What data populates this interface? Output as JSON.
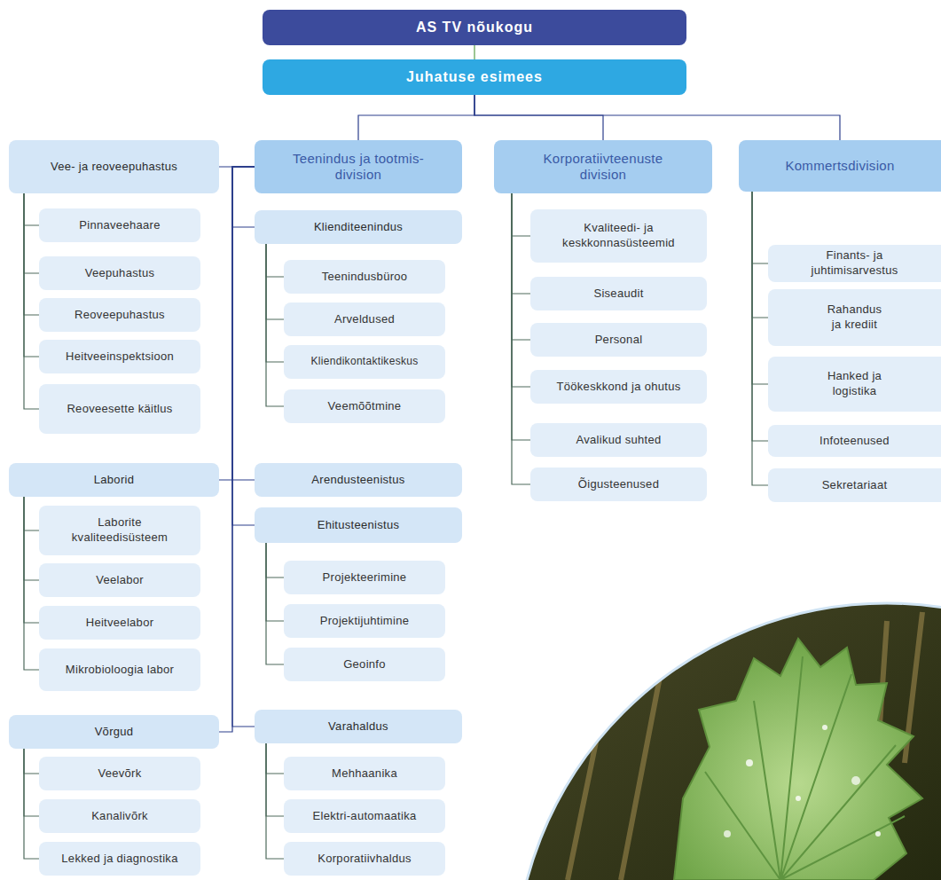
{
  "diagram": {
    "nodes": [
      {
        "text": [
          "AS TV nõukogu"
        ]
      },
      {
        "text": [
          "Juhatuse esimees"
        ]
      },
      {
        "text": [
          "Vee- ja reoveepuhastus"
        ]
      },
      {
        "text": [
          "Teenindus ja tootmis- division"
        ]
      },
      {
        "text": [
          "Korporatiivteenuste division"
        ]
      },
      {
        "text": [
          "Kommertsdivision"
        ]
      },
      {
        "text": [
          "Pinnaveehaare"
        ]
      },
      {
        "text": [
          "Veepuhastus"
        ]
      },
      {
        "text": [
          "Reoveepuhastus"
        ]
      },
      {
        "text": [
          "Heitveeinspektsioon"
        ]
      },
      {
        "text": [
          "Reoveesette käitlus"
        ]
      },
      {
        "text": [
          "Klienditeenindus"
        ]
      },
      {
        "text": [
          "Teenindusbüroo"
        ]
      },
      {
        "text": [
          "Arveldused"
        ]
      },
      {
        "text": [
          "Kliendikontaktikeskus"
        ]
      },
      {
        "text": [
          "Veemõõtmine"
        ]
      },
      {
        "text": [
          "Kvaliteedi- ja keskkonnasüsteemid"
        ]
      },
      {
        "text": [
          "Siseaudit"
        ]
      },
      {
        "text": [
          "Personal"
        ]
      },
      {
        "text": [
          "Töökeskkond ja ohutus"
        ]
      },
      {
        "text": [
          "Avalikud suhted"
        ]
      },
      {
        "text": [
          "Õigusteenused"
        ]
      },
      {
        "text": [
          "Finants- ja juhtimisarvestus"
        ]
      },
      {
        "text": [
          "Rahandus ja krediit"
        ]
      },
      {
        "text": [
          "Hanked ja logistika"
        ]
      },
      {
        "text": [
          "Infoteenused"
        ]
      },
      {
        "text": [
          "Sekretariaat"
        ]
      },
      {
        "text": [
          "Laborid"
        ]
      },
      {
        "text": [
          "Laborite kvaliteedisüsteem"
        ]
      },
      {
        "text": [
          "Veelabor"
        ]
      },
      {
        "text": [
          "Heitveelabor"
        ]
      },
      {
        "text": [
          "Mikrobioloogia labor"
        ]
      },
      {
        "text": [
          "Arendusteenistus"
        ]
      },
      {
        "text": [
          "Ehitusteenistus"
        ]
      },
      {
        "text": [
          "Projekteerimine"
        ]
      },
      {
        "text": [
          "Projektijuhtimine"
        ]
      },
      {
        "text": [
          "Geoinfo"
        ]
      },
      {
        "text": [
          "Võrgud"
        ]
      },
      {
        "text": [
          "Veevõrk"
        ]
      },
      {
        "text": [
          "Kanalivõrk"
        ]
      },
      {
        "text": [
          "Lekked ja diagnostika"
        ]
      },
      {
        "text": [
          "Varahaldus"
        ]
      },
      {
        "text": [
          "Mehhaanika"
        ]
      },
      {
        "text": [
          "Elektri-automaatika"
        ]
      },
      {
        "text": [
          "Korporatiivhaldus"
        ]
      }
    ],
    "edges": [
      {
        "from": 0,
        "to": 1,
        "arrow": "none"
      },
      {
        "from": 1,
        "to": 3,
        "arrow": "none"
      },
      {
        "from": 1,
        "to": 4,
        "arrow": "none"
      },
      {
        "from": 1,
        "to": 5,
        "arrow": "none"
      },
      {
        "from": 3,
        "to": 2,
        "arrow": "none"
      },
      {
        "from": 3,
        "to": 11,
        "arrow": "none"
      },
      {
        "from": 3,
        "to": 27,
        "arrow": "none"
      },
      {
        "from": 3,
        "to": 32,
        "arrow": "none"
      },
      {
        "from": 3,
        "to": 33,
        "arrow": "none"
      },
      {
        "from": 3,
        "to": 37,
        "arrow": "none"
      },
      {
        "from": 3,
        "to": 41,
        "arrow": "none"
      },
      {
        "from": 2,
        "to": 6,
        "arrow": "none"
      },
      {
        "from": 2,
        "to": 7,
        "arrow": "none"
      },
      {
        "from": 2,
        "to": 8,
        "arrow": "none"
      },
      {
        "from": 2,
        "to": 9,
        "arrow": "none"
      },
      {
        "from": 2,
        "to": 10,
        "arrow": "none"
      },
      {
        "from": 11,
        "to": 12,
        "arrow": "none"
      },
      {
        "from": 11,
        "to": 13,
        "arrow": "none"
      },
      {
        "from": 11,
        "to": 14,
        "arrow": "none"
      },
      {
        "from": 11,
        "to": 15,
        "arrow": "none"
      },
      {
        "from": 4,
        "to": 16,
        "arrow": "none"
      },
      {
        "from": 4,
        "to": 17,
        "arrow": "none"
      },
      {
        "from": 4,
        "to": 18,
        "arrow": "none"
      },
      {
        "from": 4,
        "to": 19,
        "arrow": "none"
      },
      {
        "from": 4,
        "to": 20,
        "arrow": "none"
      },
      {
        "from": 4,
        "to": 21,
        "arrow": "none"
      },
      {
        "from": 5,
        "to": 22,
        "arrow": "none"
      },
      {
        "from": 5,
        "to": 23,
        "arrow": "none"
      },
      {
        "from": 5,
        "to": 24,
        "arrow": "none"
      },
      {
        "from": 5,
        "to": 25,
        "arrow": "none"
      },
      {
        "from": 5,
        "to": 26,
        "arrow": "none"
      },
      {
        "from": 27,
        "to": 28,
        "arrow": "none"
      },
      {
        "from": 27,
        "to": 29,
        "arrow": "none"
      },
      {
        "from": 27,
        "to": 30,
        "arrow": "none"
      },
      {
        "from": 27,
        "to": 31,
        "arrow": "none"
      },
      {
        "from": 33,
        "to": 34,
        "arrow": "none"
      },
      {
        "from": 33,
        "to": 35,
        "arrow": "none"
      },
      {
        "from": 33,
        "to": 36,
        "arrow": "none"
      },
      {
        "from": 37,
        "to": 38,
        "arrow": "none"
      },
      {
        "from": 37,
        "to": 39,
        "arrow": "none"
      },
      {
        "from": 37,
        "to": 40,
        "arrow": "none"
      },
      {
        "from": 41,
        "to": 42,
        "arrow": "none"
      },
      {
        "from": 41,
        "to": 43,
        "arrow": "none"
      },
      {
        "from": 41,
        "to": 44,
        "arrow": "none"
      }
    ]
  }
}
